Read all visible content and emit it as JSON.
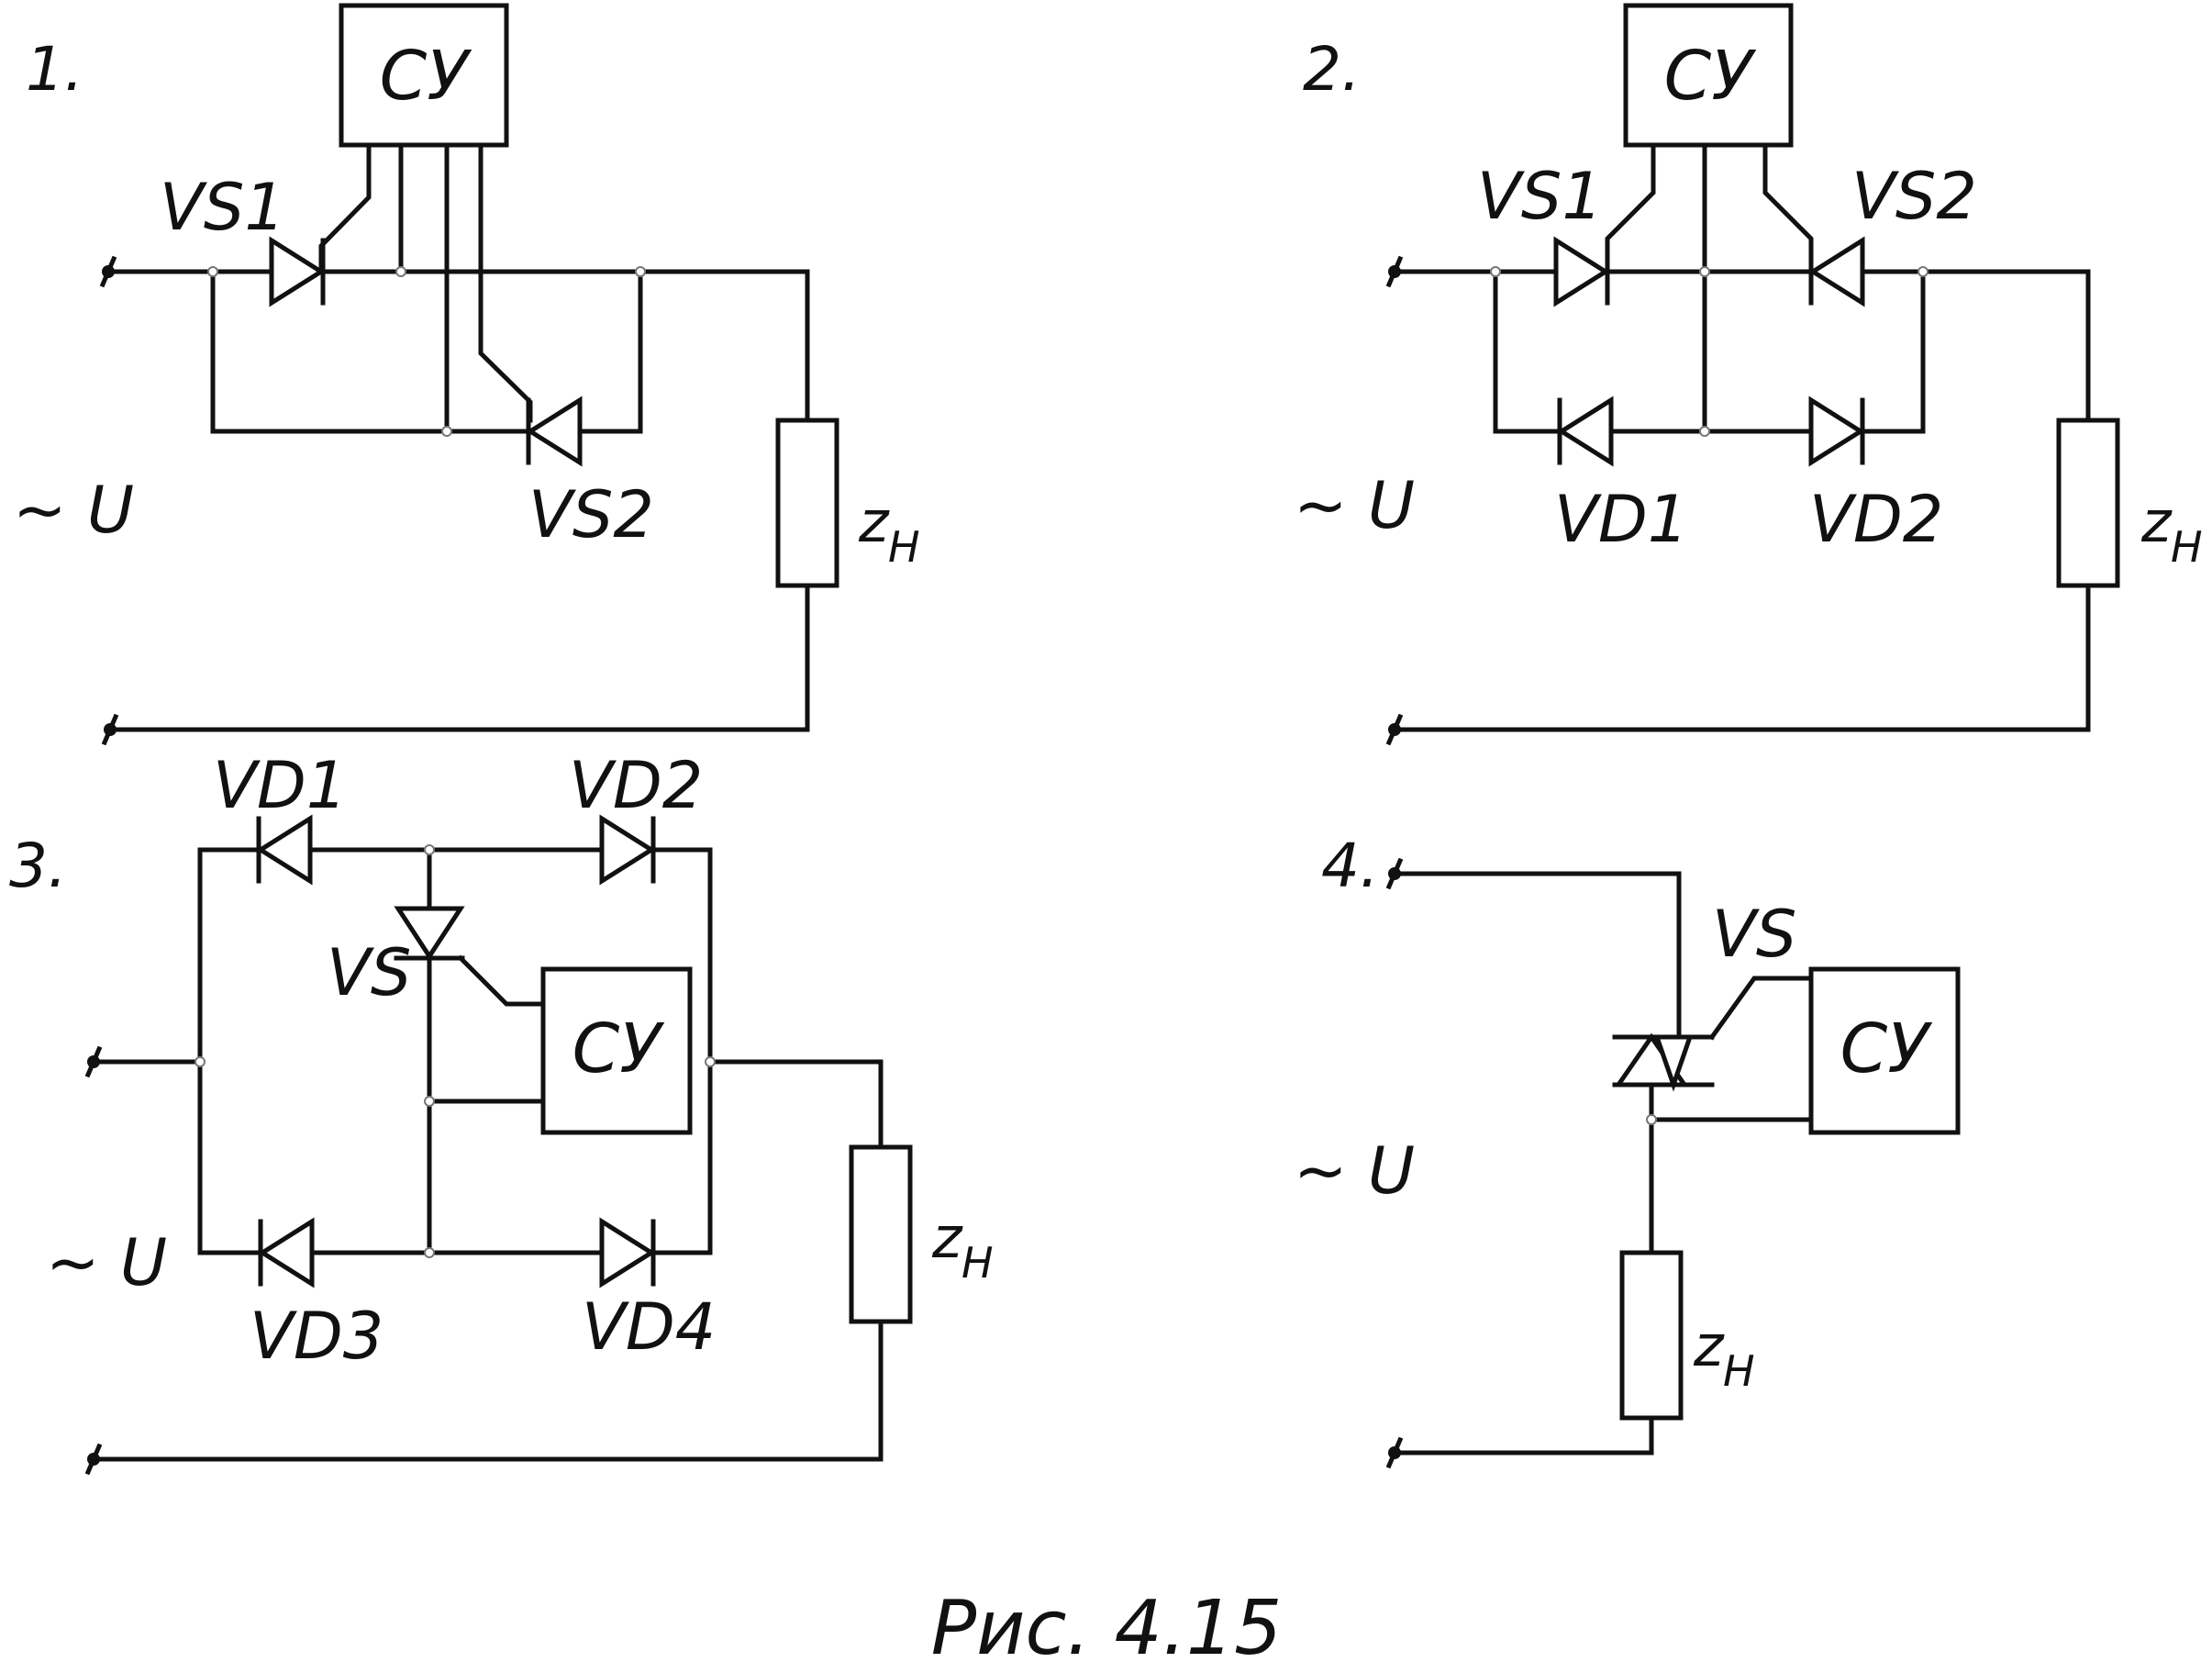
{
  "figure": {
    "caption": "Рис. 4.15",
    "circuits": [
      {
        "number": "1.",
        "control_unit": "СУ",
        "source": "~ U",
        "load": "z",
        "load_subscript": "H",
        "elements": [
          "VS1",
          "VS2"
        ]
      },
      {
        "number": "2.",
        "control_unit": "СУ",
        "source": "~ U",
        "load": "z",
        "load_subscript": "H",
        "elements": [
          "VS1",
          "VS2",
          "VD1",
          "VD2"
        ]
      },
      {
        "number": "3.",
        "control_unit": "СУ",
        "source": "~ U",
        "load": "z",
        "load_subscript": "H",
        "elements": [
          "VD1",
          "VD2",
          "VS",
          "VD3",
          "VD4"
        ]
      },
      {
        "number": "4.",
        "control_unit": "СУ",
        "source": "~ U",
        "load": "z",
        "load_subscript": "H",
        "elements": [
          "VS"
        ]
      }
    ]
  }
}
